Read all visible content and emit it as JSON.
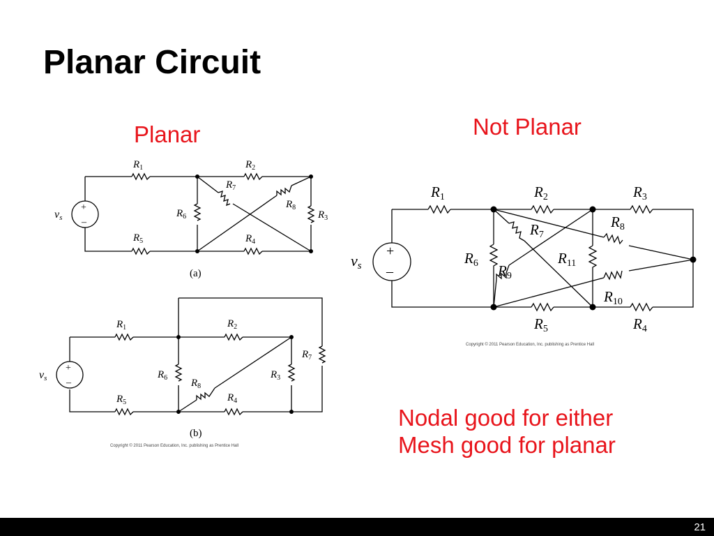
{
  "slide": {
    "title": "Planar Circuit",
    "label_planar": "Planar",
    "label_not_planar": "Not Planar",
    "notes": [
      "Nodal good for either",
      "Mesh good for planar"
    ],
    "page_number": "21",
    "colors": {
      "accent": "#e8141b",
      "footer": "#000000"
    }
  },
  "figure_a": {
    "caption": "(a)",
    "source": "v_s",
    "resistors": [
      "R1",
      "R2",
      "R3",
      "R4",
      "R5",
      "R6",
      "R7",
      "R8"
    ]
  },
  "figure_b": {
    "caption": "(b)",
    "source": "v_s",
    "resistors": [
      "R1",
      "R2",
      "R3",
      "R4",
      "R5",
      "R6",
      "R7",
      "R8"
    ],
    "copyright": "Copyright © 2011 Pearson Education, Inc. publishing as Prentice Hall"
  },
  "figure_c": {
    "source": "v_s",
    "resistors": [
      "R1",
      "R2",
      "R3",
      "R4",
      "R5",
      "R6",
      "R7",
      "R8",
      "R9",
      "R10",
      "R11"
    ],
    "copyright": "Copyright © 2011 Pearson Education, Inc. publishing as Prentice Hall"
  }
}
